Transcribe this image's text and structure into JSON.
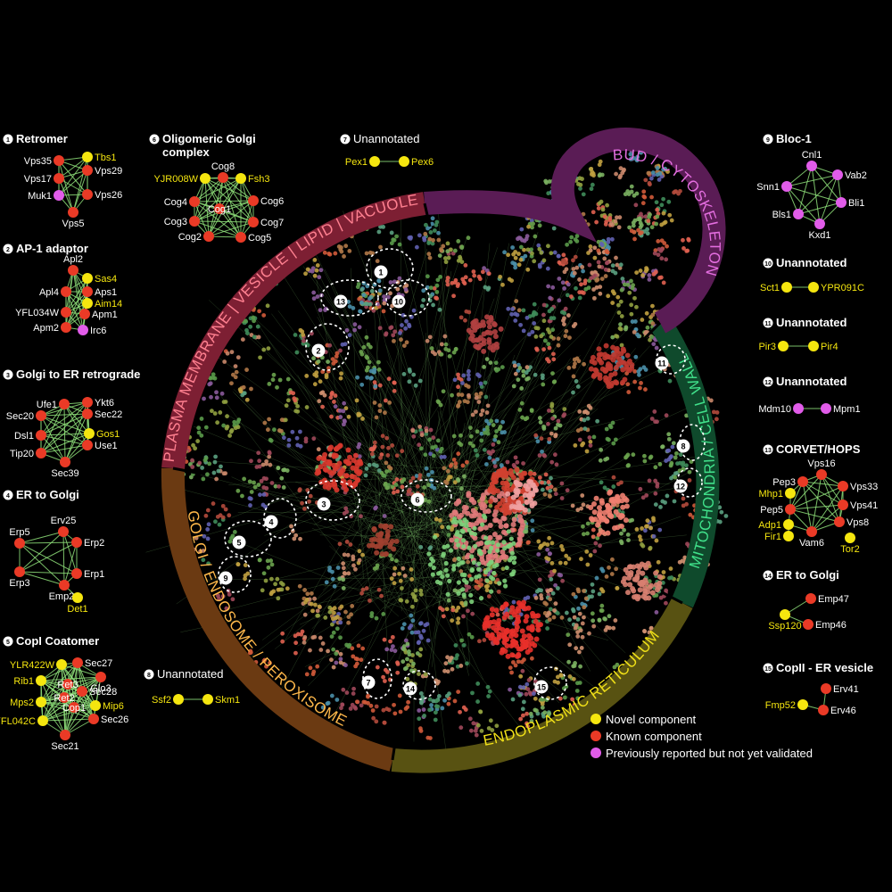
{
  "colors": {
    "novel": "#f5e60f",
    "known": "#ea3a26",
    "reported": "#e15ce9",
    "edge": "#8fe07a",
    "plasma": "#7d1f33",
    "golgi": "#6b3a12",
    "er": "#585212",
    "mito": "#0f4a2c",
    "bud": "#5a1c55"
  },
  "compartments": [
    {
      "key": "plasma",
      "label": "PLASMA MEMBRANE | VESICLE | LIPID | VACUOLE",
      "text_color": "#ff8090"
    },
    {
      "key": "golgi",
      "label": "GOLGI / ENDOSOME / PEROXISOME",
      "text_color": "#ffb84a"
    },
    {
      "key": "er",
      "label": "ENDOPLASMIC RETICULUM",
      "text_color": "#f0e018"
    },
    {
      "key": "mito",
      "label": "MITOCHONDRIA / CELL WALL",
      "text_color": "#40e08a"
    },
    {
      "key": "bud",
      "label": "BUD / CYTOSKELETON",
      "text_color": "#e46ee0"
    }
  ],
  "legend": [
    {
      "label": "Novel component",
      "type": "novel"
    },
    {
      "label": "Known component",
      "type": "known"
    },
    {
      "label": "Previously reported but not yet validated",
      "type": "reported"
    }
  ],
  "complexes": [
    {
      "id": 1,
      "num": "1",
      "title": "Retromer",
      "nodes": [
        {
          "name": "Vps35",
          "type": "known"
        },
        {
          "name": "Tbs1",
          "type": "novel"
        },
        {
          "name": "Vps17",
          "type": "known"
        },
        {
          "name": "Vps29",
          "type": "known"
        },
        {
          "name": "Muk1",
          "type": "reported"
        },
        {
          "name": "Vps26",
          "type": "known"
        },
        {
          "name": "Vps5",
          "type": "known"
        }
      ]
    },
    {
      "id": 2,
      "num": "2",
      "title": "AP-1 adaptor",
      "nodes": [
        {
          "name": "Apl2",
          "type": "known"
        },
        {
          "name": "Sas4",
          "type": "novel"
        },
        {
          "name": "Apl4",
          "type": "known"
        },
        {
          "name": "Aps1",
          "type": "known"
        },
        {
          "name": "YFL034W",
          "type": "known"
        },
        {
          "name": "Aim14",
          "type": "novel"
        },
        {
          "name": "Apm1",
          "type": "known"
        },
        {
          "name": "Apm2",
          "type": "known"
        },
        {
          "name": "Irc6",
          "type": "reported"
        }
      ]
    },
    {
      "id": 3,
      "num": "3",
      "title": "Golgi to ER retrograde",
      "nodes": [
        {
          "name": "Ufe1",
          "type": "known"
        },
        {
          "name": "Ykt6",
          "type": "known"
        },
        {
          "name": "Sec20",
          "type": "known"
        },
        {
          "name": "Sec22",
          "type": "known"
        },
        {
          "name": "Dsl1",
          "type": "known"
        },
        {
          "name": "Gos1",
          "type": "novel"
        },
        {
          "name": "Tip20",
          "type": "known"
        },
        {
          "name": "Use1",
          "type": "known"
        },
        {
          "name": "Sec39",
          "type": "known"
        }
      ]
    },
    {
      "id": 4,
      "num": "4",
      "title": "ER to Golgi",
      "nodes": [
        {
          "name": "Erv25",
          "type": "known"
        },
        {
          "name": "Erp5",
          "type": "known"
        },
        {
          "name": "Erp2",
          "type": "known"
        },
        {
          "name": "Erp1",
          "type": "known"
        },
        {
          "name": "Erp3",
          "type": "known"
        },
        {
          "name": "Emp24",
          "type": "known"
        },
        {
          "name": "Det1",
          "type": "novel"
        }
      ]
    },
    {
      "id": 5,
      "num": "5",
      "title": "CopI Coatomer",
      "nodes": [
        {
          "name": "YLR422W",
          "type": "novel"
        },
        {
          "name": "Sec27",
          "type": "known"
        },
        {
          "name": "Glo3",
          "type": "known"
        },
        {
          "name": "Rib1",
          "type": "novel"
        },
        {
          "name": "Ret3",
          "type": "known"
        },
        {
          "name": "Sec28",
          "type": "known"
        },
        {
          "name": "Mps2",
          "type": "novel"
        },
        {
          "name": "Ret2",
          "type": "known"
        },
        {
          "name": "Mip6",
          "type": "novel"
        },
        {
          "name": "Cop1",
          "type": "known"
        },
        {
          "name": "YFL042C",
          "type": "novel"
        },
        {
          "name": "Sec26",
          "type": "known"
        },
        {
          "name": "Sec21",
          "type": "known"
        }
      ]
    },
    {
      "id": 6,
      "num": "6",
      "title": "Oligomeric Golgi complex",
      "nodes": [
        {
          "name": "Cog8",
          "type": "known"
        },
        {
          "name": "YJR008W",
          "type": "novel"
        },
        {
          "name": "Fsh3",
          "type": "novel"
        },
        {
          "name": "Cog4",
          "type": "known"
        },
        {
          "name": "Cog6",
          "type": "known"
        },
        {
          "name": "Cog1",
          "type": "known"
        },
        {
          "name": "Cog3",
          "type": "known"
        },
        {
          "name": "Cog7",
          "type": "known"
        },
        {
          "name": "Cog2",
          "type": "known"
        },
        {
          "name": "Cog5",
          "type": "known"
        }
      ]
    },
    {
      "id": 7,
      "num": "7",
      "title": "Unannotated",
      "nodes": [
        {
          "name": "Pex1",
          "type": "novel"
        },
        {
          "name": "Pex6",
          "type": "novel"
        }
      ]
    },
    {
      "id": 8,
      "num": "8",
      "title": "Unannotated",
      "nodes": [
        {
          "name": "Ssf2",
          "type": "novel"
        },
        {
          "name": "Skm1",
          "type": "novel"
        }
      ]
    },
    {
      "id": 9,
      "num": "9",
      "title": "Bloc-1",
      "nodes": [
        {
          "name": "Cnl1",
          "type": "reported"
        },
        {
          "name": "Snn1",
          "type": "reported"
        },
        {
          "name": "Vab2",
          "type": "reported"
        },
        {
          "name": "Bls1",
          "type": "reported"
        },
        {
          "name": "Bli1",
          "type": "reported"
        },
        {
          "name": "Kxd1",
          "type": "reported"
        }
      ]
    },
    {
      "id": 10,
      "num": "10",
      "title": "Unannotated",
      "nodes": [
        {
          "name": "Sct1",
          "type": "novel"
        },
        {
          "name": "YPR091C",
          "type": "novel"
        }
      ]
    },
    {
      "id": 11,
      "num": "11",
      "title": "Unannotated",
      "nodes": [
        {
          "name": "Pir3",
          "type": "novel"
        },
        {
          "name": "Pir4",
          "type": "novel"
        }
      ]
    },
    {
      "id": 12,
      "num": "12",
      "title": "Unannotated",
      "nodes": [
        {
          "name": "Mdm10",
          "type": "reported"
        },
        {
          "name": "Mpm1",
          "type": "reported"
        }
      ]
    },
    {
      "id": 13,
      "num": "13",
      "title": "CORVET/HOPS",
      "nodes": [
        {
          "name": "Pep3",
          "type": "known"
        },
        {
          "name": "Vps16",
          "type": "known"
        },
        {
          "name": "Mhp1",
          "type": "novel"
        },
        {
          "name": "Vps33",
          "type": "known"
        },
        {
          "name": "Pep5",
          "type": "known"
        },
        {
          "name": "Vps41",
          "type": "known"
        },
        {
          "name": "Adp1",
          "type": "novel"
        },
        {
          "name": "Vps8",
          "type": "known"
        },
        {
          "name": "Fir1",
          "type": "novel"
        },
        {
          "name": "Vam6",
          "type": "known"
        },
        {
          "name": "Tor2",
          "type": "novel"
        }
      ]
    },
    {
      "id": 14,
      "num": "14",
      "title": "ER to Golgi",
      "nodes": [
        {
          "name": "Emp47",
          "type": "known"
        },
        {
          "name": "Ssp120",
          "type": "novel"
        },
        {
          "name": "Emp46",
          "type": "known"
        }
      ]
    },
    {
      "id": 15,
      "num": "15",
      "title": "CopII - ER vesicle",
      "nodes": [
        {
          "name": "Erv41",
          "type": "known"
        },
        {
          "name": "Fmp52",
          "type": "novel"
        },
        {
          "name": "Erv46",
          "type": "known"
        }
      ]
    }
  ],
  "markers": [
    "1",
    "2",
    "3",
    "4",
    "5",
    "6",
    "7",
    "8",
    "9",
    "10",
    "11",
    "12",
    "13",
    "14",
    "15"
  ]
}
